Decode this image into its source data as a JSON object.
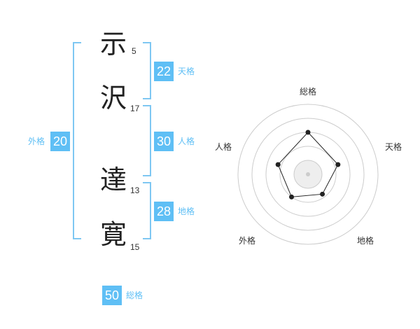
{
  "characters": [
    {
      "kanji": "示",
      "strokes": "5"
    },
    {
      "kanji": "沢",
      "strokes": "17"
    },
    {
      "kanji": "達",
      "strokes": "13"
    },
    {
      "kanji": "寛",
      "strokes": "15"
    }
  ],
  "scores": {
    "tenkaku": {
      "value": "22",
      "label": "天格"
    },
    "jinkaku": {
      "value": "30",
      "label": "人格"
    },
    "chikaku": {
      "value": "28",
      "label": "地格"
    },
    "gaikaku": {
      "value": "20",
      "label": "外格"
    },
    "soukaku": {
      "value": "50",
      "label": "総格"
    }
  },
  "radar": {
    "axes": [
      "総格",
      "天格",
      "地格",
      "外格",
      "人格"
    ],
    "levels": [
      0.6,
      0.45,
      0.35,
      0.4,
      0.45
    ]
  }
}
